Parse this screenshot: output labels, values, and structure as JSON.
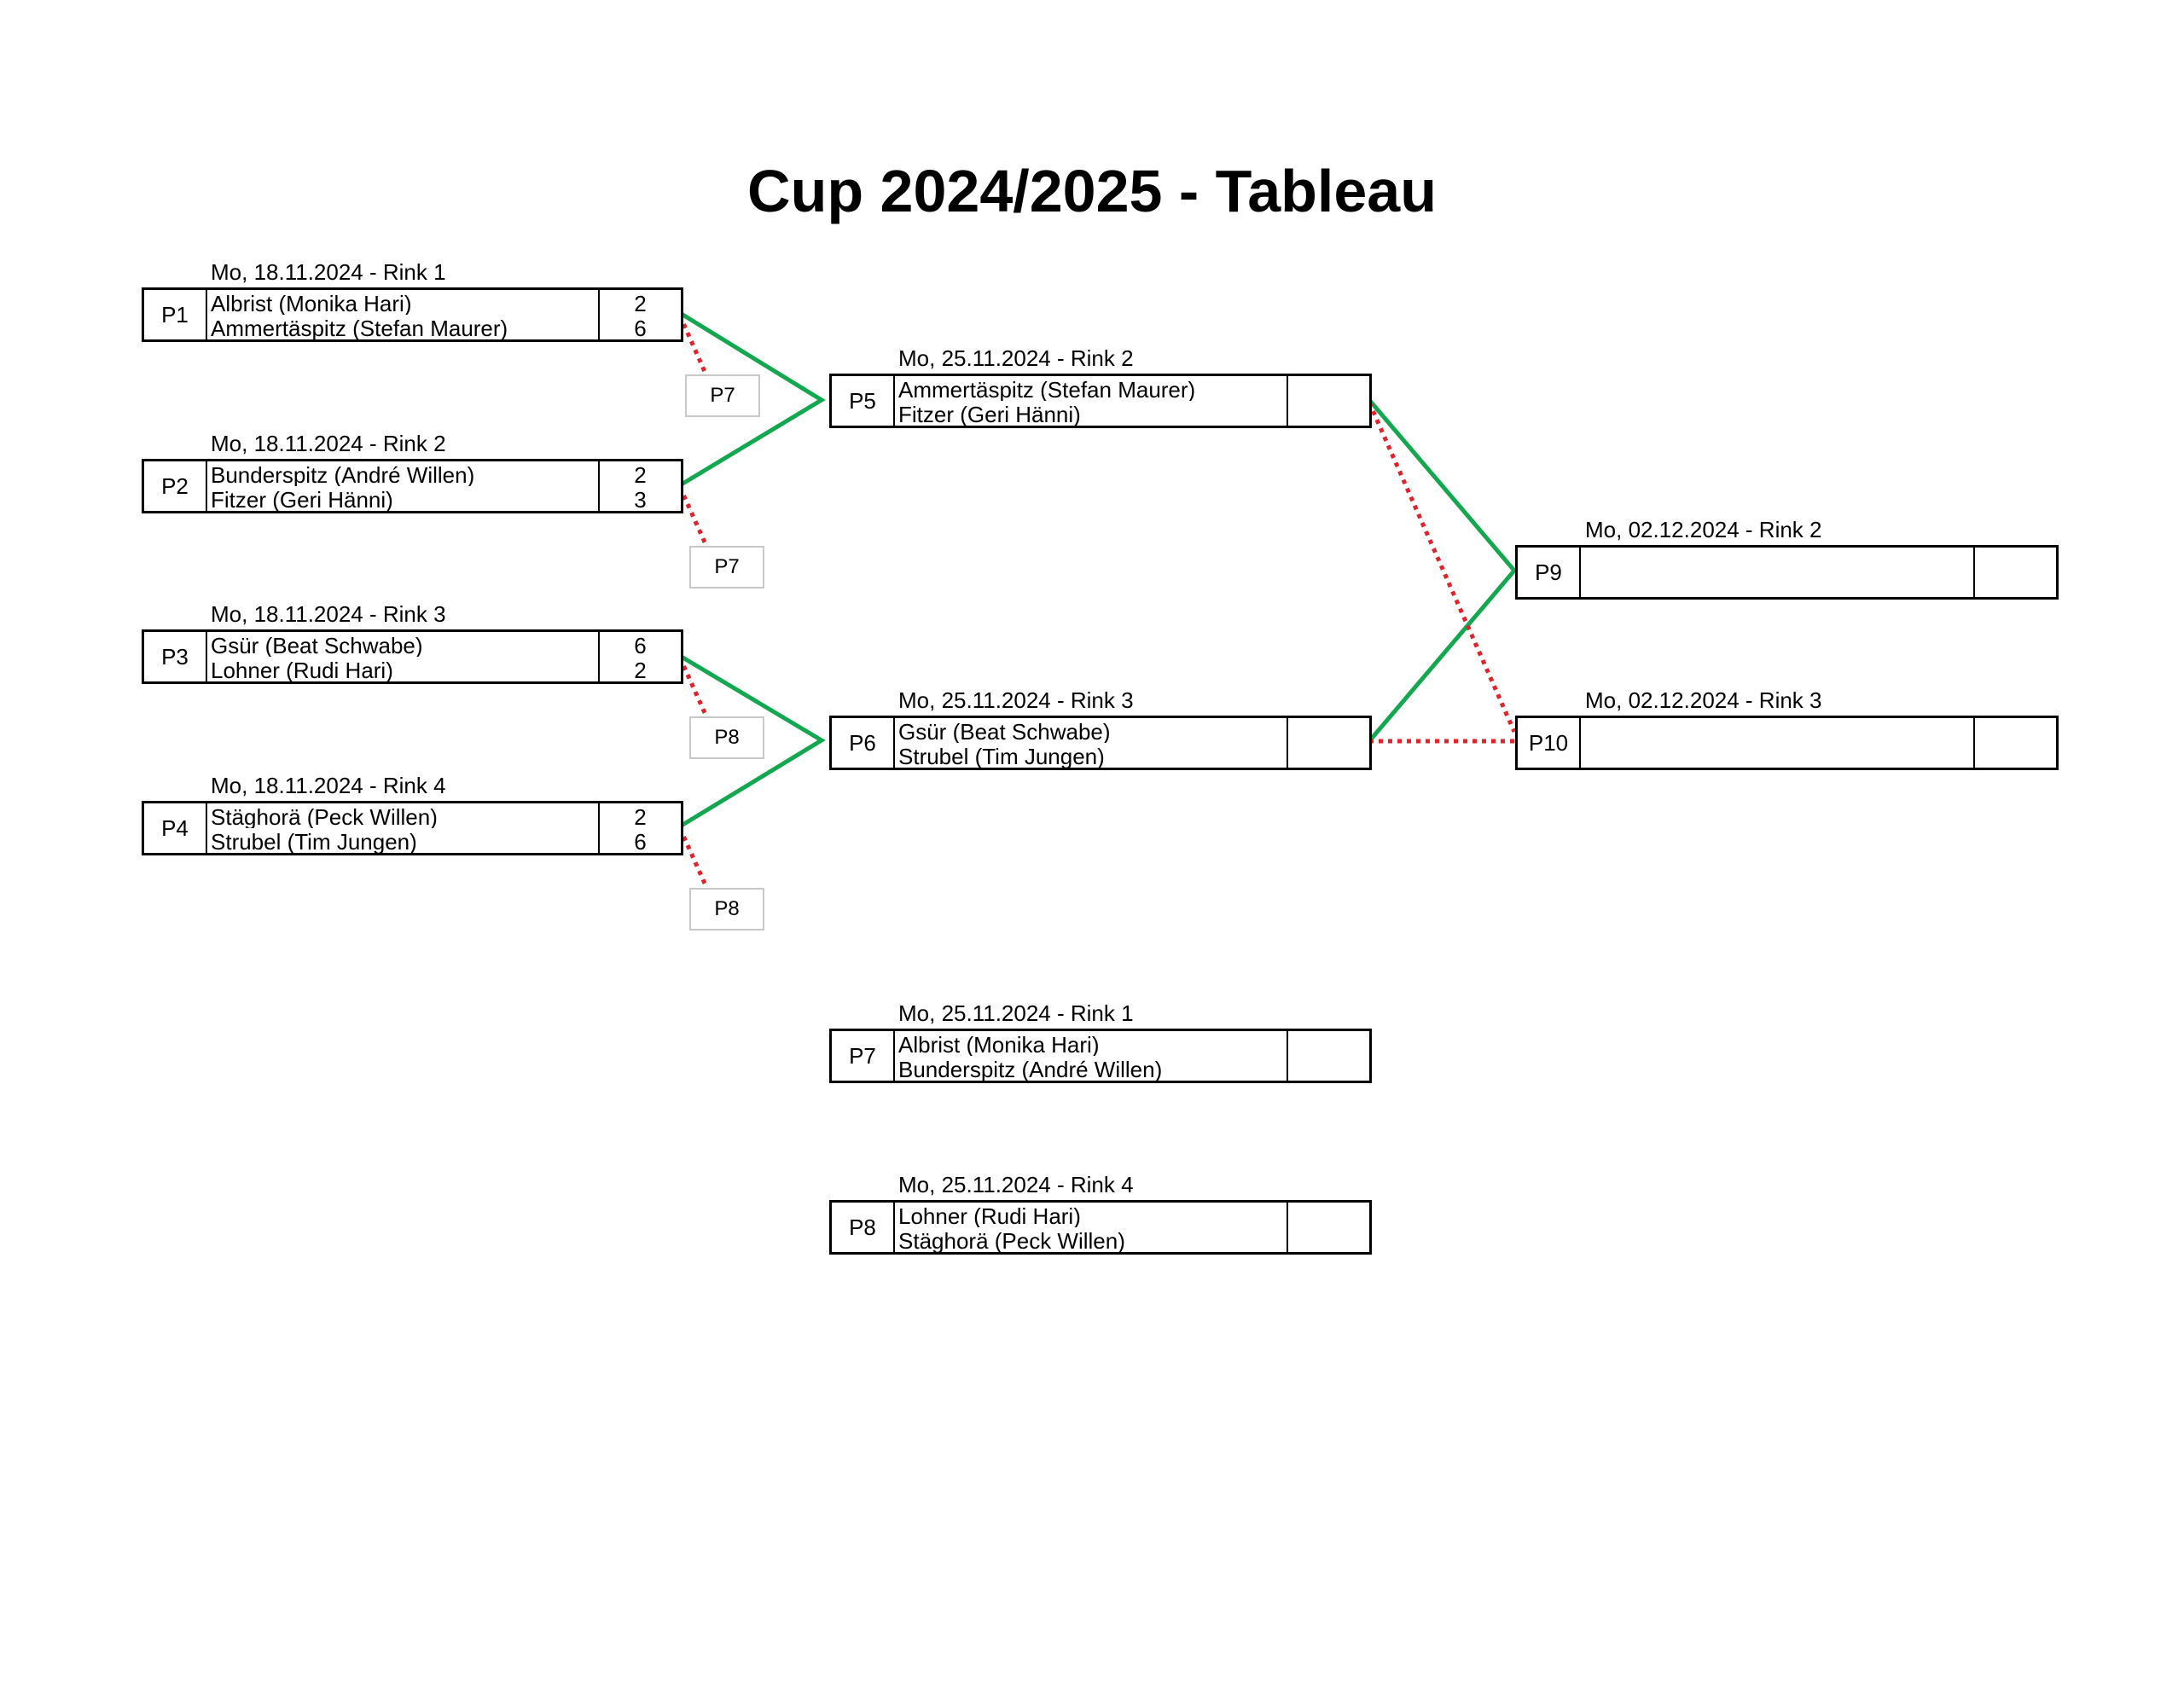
{
  "title": "Cup 2024/2025 - Tableau",
  "colors": {
    "winner_line": "#13a850",
    "loser_line": "#e0222a"
  },
  "matches": {
    "p1": {
      "id": "P1",
      "date": "Mo, 18.11.2024 - Rink 1",
      "team1": "Albrist (Monika Hari)",
      "team2": "Ammertäspitz (Stefan Maurer)",
      "score1": "2",
      "score2": "6"
    },
    "p2": {
      "id": "P2",
      "date": "Mo, 18.11.2024 - Rink 2",
      "team1": "Bunderspitz (André Willen)",
      "team2": "Fitzer (Geri Hänni)",
      "score1": "2",
      "score2": "3"
    },
    "p3": {
      "id": "P3",
      "date": "Mo, 18.11.2024 - Rink 3",
      "team1": "Gsür (Beat Schwabe)",
      "team2": "Lohner (Rudi Hari)",
      "score1": "6",
      "score2": "2"
    },
    "p4": {
      "id": "P4",
      "date": "Mo, 18.11.2024 - Rink 4",
      "team1": "Stäghorä (Peck Willen)",
      "team2": "Strubel (Tim Jungen)",
      "score1": "2",
      "score2": "6"
    },
    "p5": {
      "id": "P5",
      "date": "Mo, 25.11.2024 - Rink 2",
      "team1": "Ammertäspitz (Stefan Maurer)",
      "team2": "Fitzer (Geri Hänni)",
      "score1": "",
      "score2": ""
    },
    "p6": {
      "id": "P6",
      "date": "Mo, 25.11.2024 - Rink 3",
      "team1": "Gsür (Beat Schwabe)",
      "team2": "Strubel (Tim Jungen)",
      "score1": "",
      "score2": ""
    },
    "p7": {
      "id": "P7",
      "date": "Mo, 25.11.2024 - Rink 1",
      "team1": "Albrist (Monika Hari)",
      "team2": "Bunderspitz (André Willen)",
      "score1": "",
      "score2": ""
    },
    "p8": {
      "id": "P8",
      "date": "Mo, 25.11.2024 - Rink 4",
      "team1": "Lohner (Rudi Hari)",
      "team2": "Stäghorä (Peck Willen)",
      "score1": "",
      "score2": ""
    },
    "p9": {
      "id": "P9",
      "date": "Mo, 02.12.2024 - Rink 2",
      "team1": "",
      "team2": "",
      "score1": "",
      "score2": ""
    },
    "p10": {
      "id": "P10",
      "date": "Mo, 02.12.2024 - Rink 3",
      "team1": "",
      "team2": "",
      "score1": "",
      "score2": ""
    }
  },
  "loser_refs": {
    "r1": "P7",
    "r2": "P7",
    "r3": "P8",
    "r4": "P8"
  }
}
